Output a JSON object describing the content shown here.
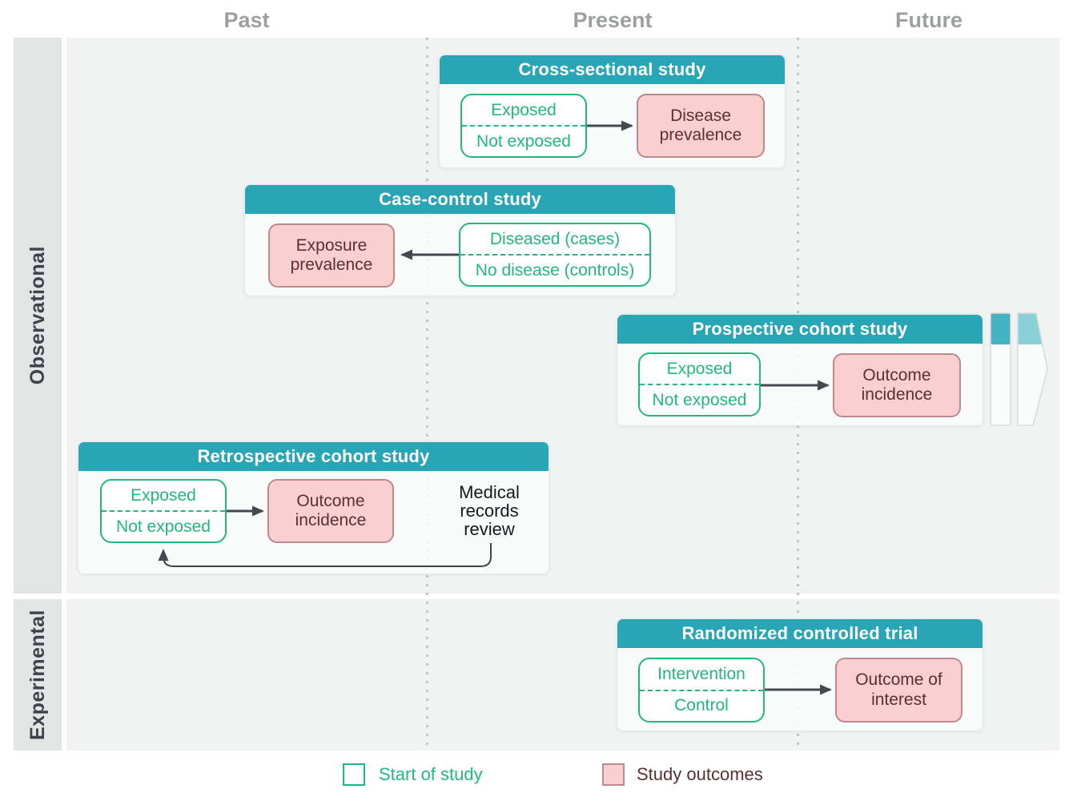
{
  "timeline": {
    "past": "Past",
    "present": "Present",
    "future": "Future"
  },
  "rows": {
    "observational": "Observational",
    "experimental": "Experimental"
  },
  "cards": {
    "cross_sectional": {
      "title": "Cross-sectional study",
      "start_top": "Exposed",
      "start_bottom": "Not exposed",
      "outcome": "Disease prevalence"
    },
    "case_control": {
      "title": "Case-control study",
      "start_top": "Diseased (cases)",
      "start_bottom": "No disease (controls)",
      "outcome": "Exposure prevalence"
    },
    "prospective": {
      "title": "Prospective cohort study",
      "start_top": "Exposed",
      "start_bottom": "Not exposed",
      "outcome": "Outcome incidence"
    },
    "retrospective": {
      "title": "Retrospective cohort study",
      "start_top": "Exposed",
      "start_bottom": "Not exposed",
      "outcome": "Outcome incidence",
      "note": "Medical records review"
    },
    "rct": {
      "title": "Randomized controlled trial",
      "start_top": "Intervention",
      "start_bottom": "Control",
      "outcome": "Outcome of interest"
    }
  },
  "legend": {
    "start": "Start of study",
    "outcomes": "Study outcomes"
  },
  "colors": {
    "header_teal": "#29a6b6",
    "strip_teal": "#46b3c2",
    "strip_teal_light": "#8ad0d9",
    "start_green": "#1fb97d",
    "outcome_pink_bg": "#f9cfd0",
    "outcome_pink_border": "#bb898e",
    "outcome_text": "#5a2f36",
    "arrow": "#45494d",
    "panel_bg": "#f1f2f2",
    "sidebar_bg": "#e3e4e4",
    "timeline_gray": "#9da0a1",
    "rowlabel_gray": "#3c444b"
  }
}
